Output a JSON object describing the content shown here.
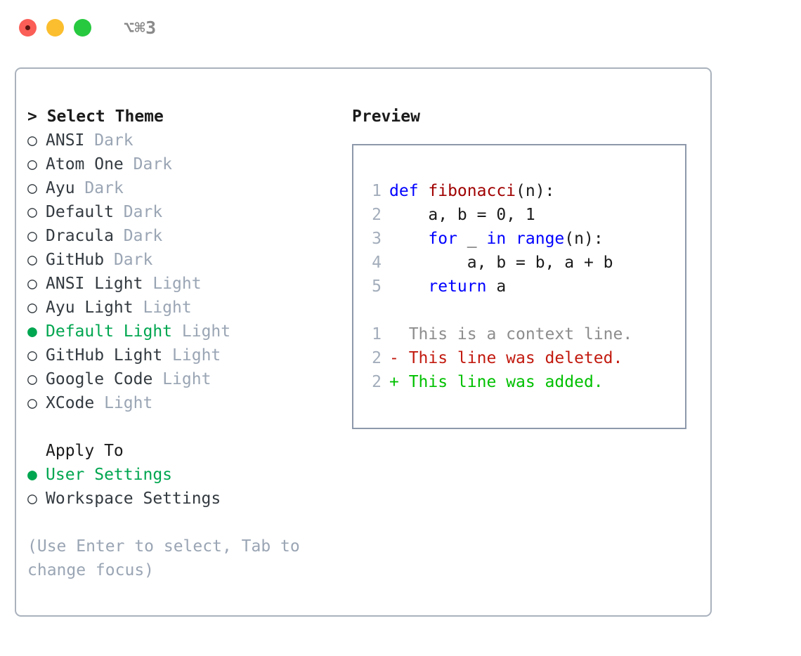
{
  "window": {
    "title": "⌥⌘3",
    "traffic_lights": [
      {
        "name": "close",
        "color": "#fa5e57"
      },
      {
        "name": "minimize",
        "color": "#fbbe2e"
      },
      {
        "name": "maximize",
        "color": "#27c93f"
      }
    ]
  },
  "colors": {
    "accent_green": "#00a650",
    "muted": "#9aa5b4",
    "keyword_blue": "#0000ff",
    "function_red": "#a00000",
    "diff_add": "#00c000",
    "diff_del": "#c21a0f",
    "diff_ctx": "#8d8d8d",
    "border": "#aab2bd",
    "preview_border": "#8d99ab"
  },
  "theme_list": {
    "header": "> Select Theme",
    "marker_selected": "●",
    "marker_unselected": "○",
    "items": [
      {
        "label": "ANSI",
        "badge": "Dark",
        "selected": false
      },
      {
        "label": "Atom One",
        "badge": "Dark",
        "selected": false
      },
      {
        "label": "Ayu",
        "badge": "Dark",
        "selected": false
      },
      {
        "label": "Default",
        "badge": "Dark",
        "selected": false
      },
      {
        "label": "Dracula",
        "badge": "Dark",
        "selected": false
      },
      {
        "label": "GitHub",
        "badge": "Dark",
        "selected": false
      },
      {
        "label": "ANSI Light",
        "badge": "Light",
        "selected": false
      },
      {
        "label": "Ayu Light",
        "badge": "Light",
        "selected": false
      },
      {
        "label": "Default Light",
        "badge": "Light",
        "selected": true
      },
      {
        "label": "GitHub Light",
        "badge": "Light",
        "selected": false
      },
      {
        "label": "Google Code",
        "badge": "Light",
        "selected": false
      },
      {
        "label": "XCode",
        "badge": "Light",
        "selected": false
      }
    ]
  },
  "apply_to": {
    "header": "Apply To",
    "items": [
      {
        "label": "User Settings",
        "selected": true
      },
      {
        "label": "Workspace Settings",
        "selected": false
      }
    ]
  },
  "hint": "(Use Enter to select, Tab to change focus)",
  "preview": {
    "title": "Preview",
    "code_lines": [
      {
        "num": "1",
        "tokens": [
          {
            "text": "def ",
            "style": "kw"
          },
          {
            "text": "fibonacci",
            "style": "fn"
          },
          {
            "text": "(n):",
            "style": "pl"
          }
        ]
      },
      {
        "num": "2",
        "tokens": [
          {
            "text": "    a, b = 0, 1",
            "style": "pl"
          }
        ]
      },
      {
        "num": "3",
        "tokens": [
          {
            "text": "    ",
            "style": "pl"
          },
          {
            "text": "for",
            "style": "kw"
          },
          {
            "text": " _ ",
            "style": "pl"
          },
          {
            "text": "in",
            "style": "kw"
          },
          {
            "text": " ",
            "style": "pl"
          },
          {
            "text": "range",
            "style": "kw"
          },
          {
            "text": "(n):",
            "style": "pl"
          }
        ]
      },
      {
        "num": "4",
        "tokens": [
          {
            "text": "        a, b = b, a + b",
            "style": "pl"
          }
        ]
      },
      {
        "num": "5",
        "tokens": [
          {
            "text": "    ",
            "style": "pl"
          },
          {
            "text": "return",
            "style": "kw"
          },
          {
            "text": " a",
            "style": "pl"
          }
        ]
      }
    ],
    "diff_lines": [
      {
        "num": "1",
        "text": "  This is a context line.",
        "kind": "diff-ctx"
      },
      {
        "num": "2",
        "text": "- This line was deleted.",
        "kind": "diff-del"
      },
      {
        "num": "2",
        "text": "+ This line was added.",
        "kind": "diff-add"
      }
    ]
  }
}
